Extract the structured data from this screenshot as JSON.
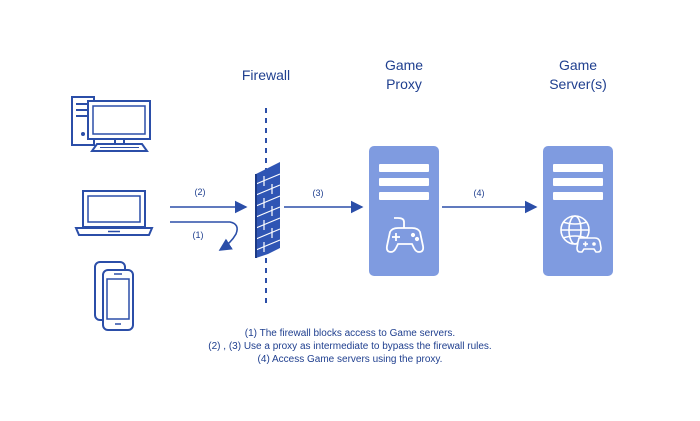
{
  "labels": {
    "firewall": "Firewall",
    "proxy_line1": "Game",
    "proxy_line2": "Proxy",
    "server_line1": "Game",
    "server_line2": "Server(s)"
  },
  "steps": {
    "s1": "(1)",
    "s2": "(2)",
    "s3": "(3)",
    "s4": "(4)"
  },
  "notes": [
    "(1) The firewall blocks access to Game servers.",
    "(2) , (3) Use a proxy as intermediate to bypass the firewall rules.",
    "(4) Access Game servers using the proxy."
  ],
  "icons": {
    "desktop": "desktop-computer-icon",
    "laptop": "laptop-icon",
    "phone": "smartphone-icon",
    "firewall": "brick-wall-icon",
    "proxy_controller": "gamepad-icon",
    "server_globe": "globe-gamepad-icon"
  },
  "colors": {
    "primary": "#2b4ea8",
    "server_fill": "#7f9be0",
    "server_bar": "#ffffff",
    "text": "#1f3f8f"
  }
}
